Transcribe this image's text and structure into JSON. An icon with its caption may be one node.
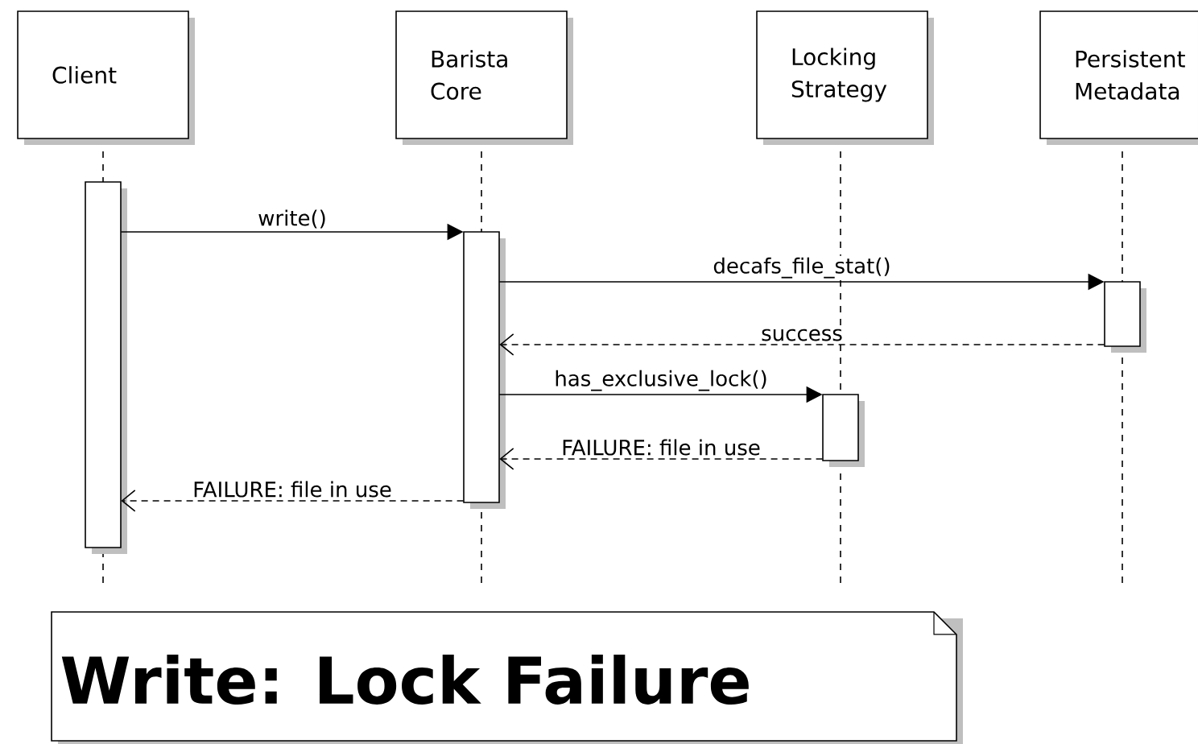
{
  "diagram": {
    "nodes": [
      {
        "text": [
          "Client"
        ]
      },
      {
        "text": [
          "Barista Core"
        ]
      },
      {
        "text": [
          "Locking Strategy"
        ]
      },
      {
        "text": [
          "Persistent Metadata"
        ]
      },
      {
        "text": [],
        "shape": "bar"
      },
      {
        "text": [],
        "shape": "bar"
      },
      {
        "text": [],
        "shape": "bar"
      },
      {
        "text": [],
        "shape": "bar"
      },
      {
        "text": [
          "Write: Lock Failure"
        ]
      }
    ],
    "edges": [
      {
        "from": 4,
        "to": 5,
        "arrow": "to",
        "label": "write()"
      },
      {
        "from": 5,
        "to": 6,
        "arrow": "to",
        "label": "decafs_file_stat()"
      },
      {
        "from": 6,
        "to": 5,
        "arrow": "to",
        "label": "success",
        "style": "dashed"
      },
      {
        "from": 5,
        "to": 7,
        "arrow": "to",
        "label": "has_exclusive_lock()"
      },
      {
        "from": 7,
        "to": 5,
        "arrow": "to",
        "label": "FAILURE: file in use",
        "style": "dashed"
      },
      {
        "from": 5,
        "to": 4,
        "arrow": "to",
        "label": "FAILURE: file in use",
        "style": "dashed"
      }
    ]
  }
}
